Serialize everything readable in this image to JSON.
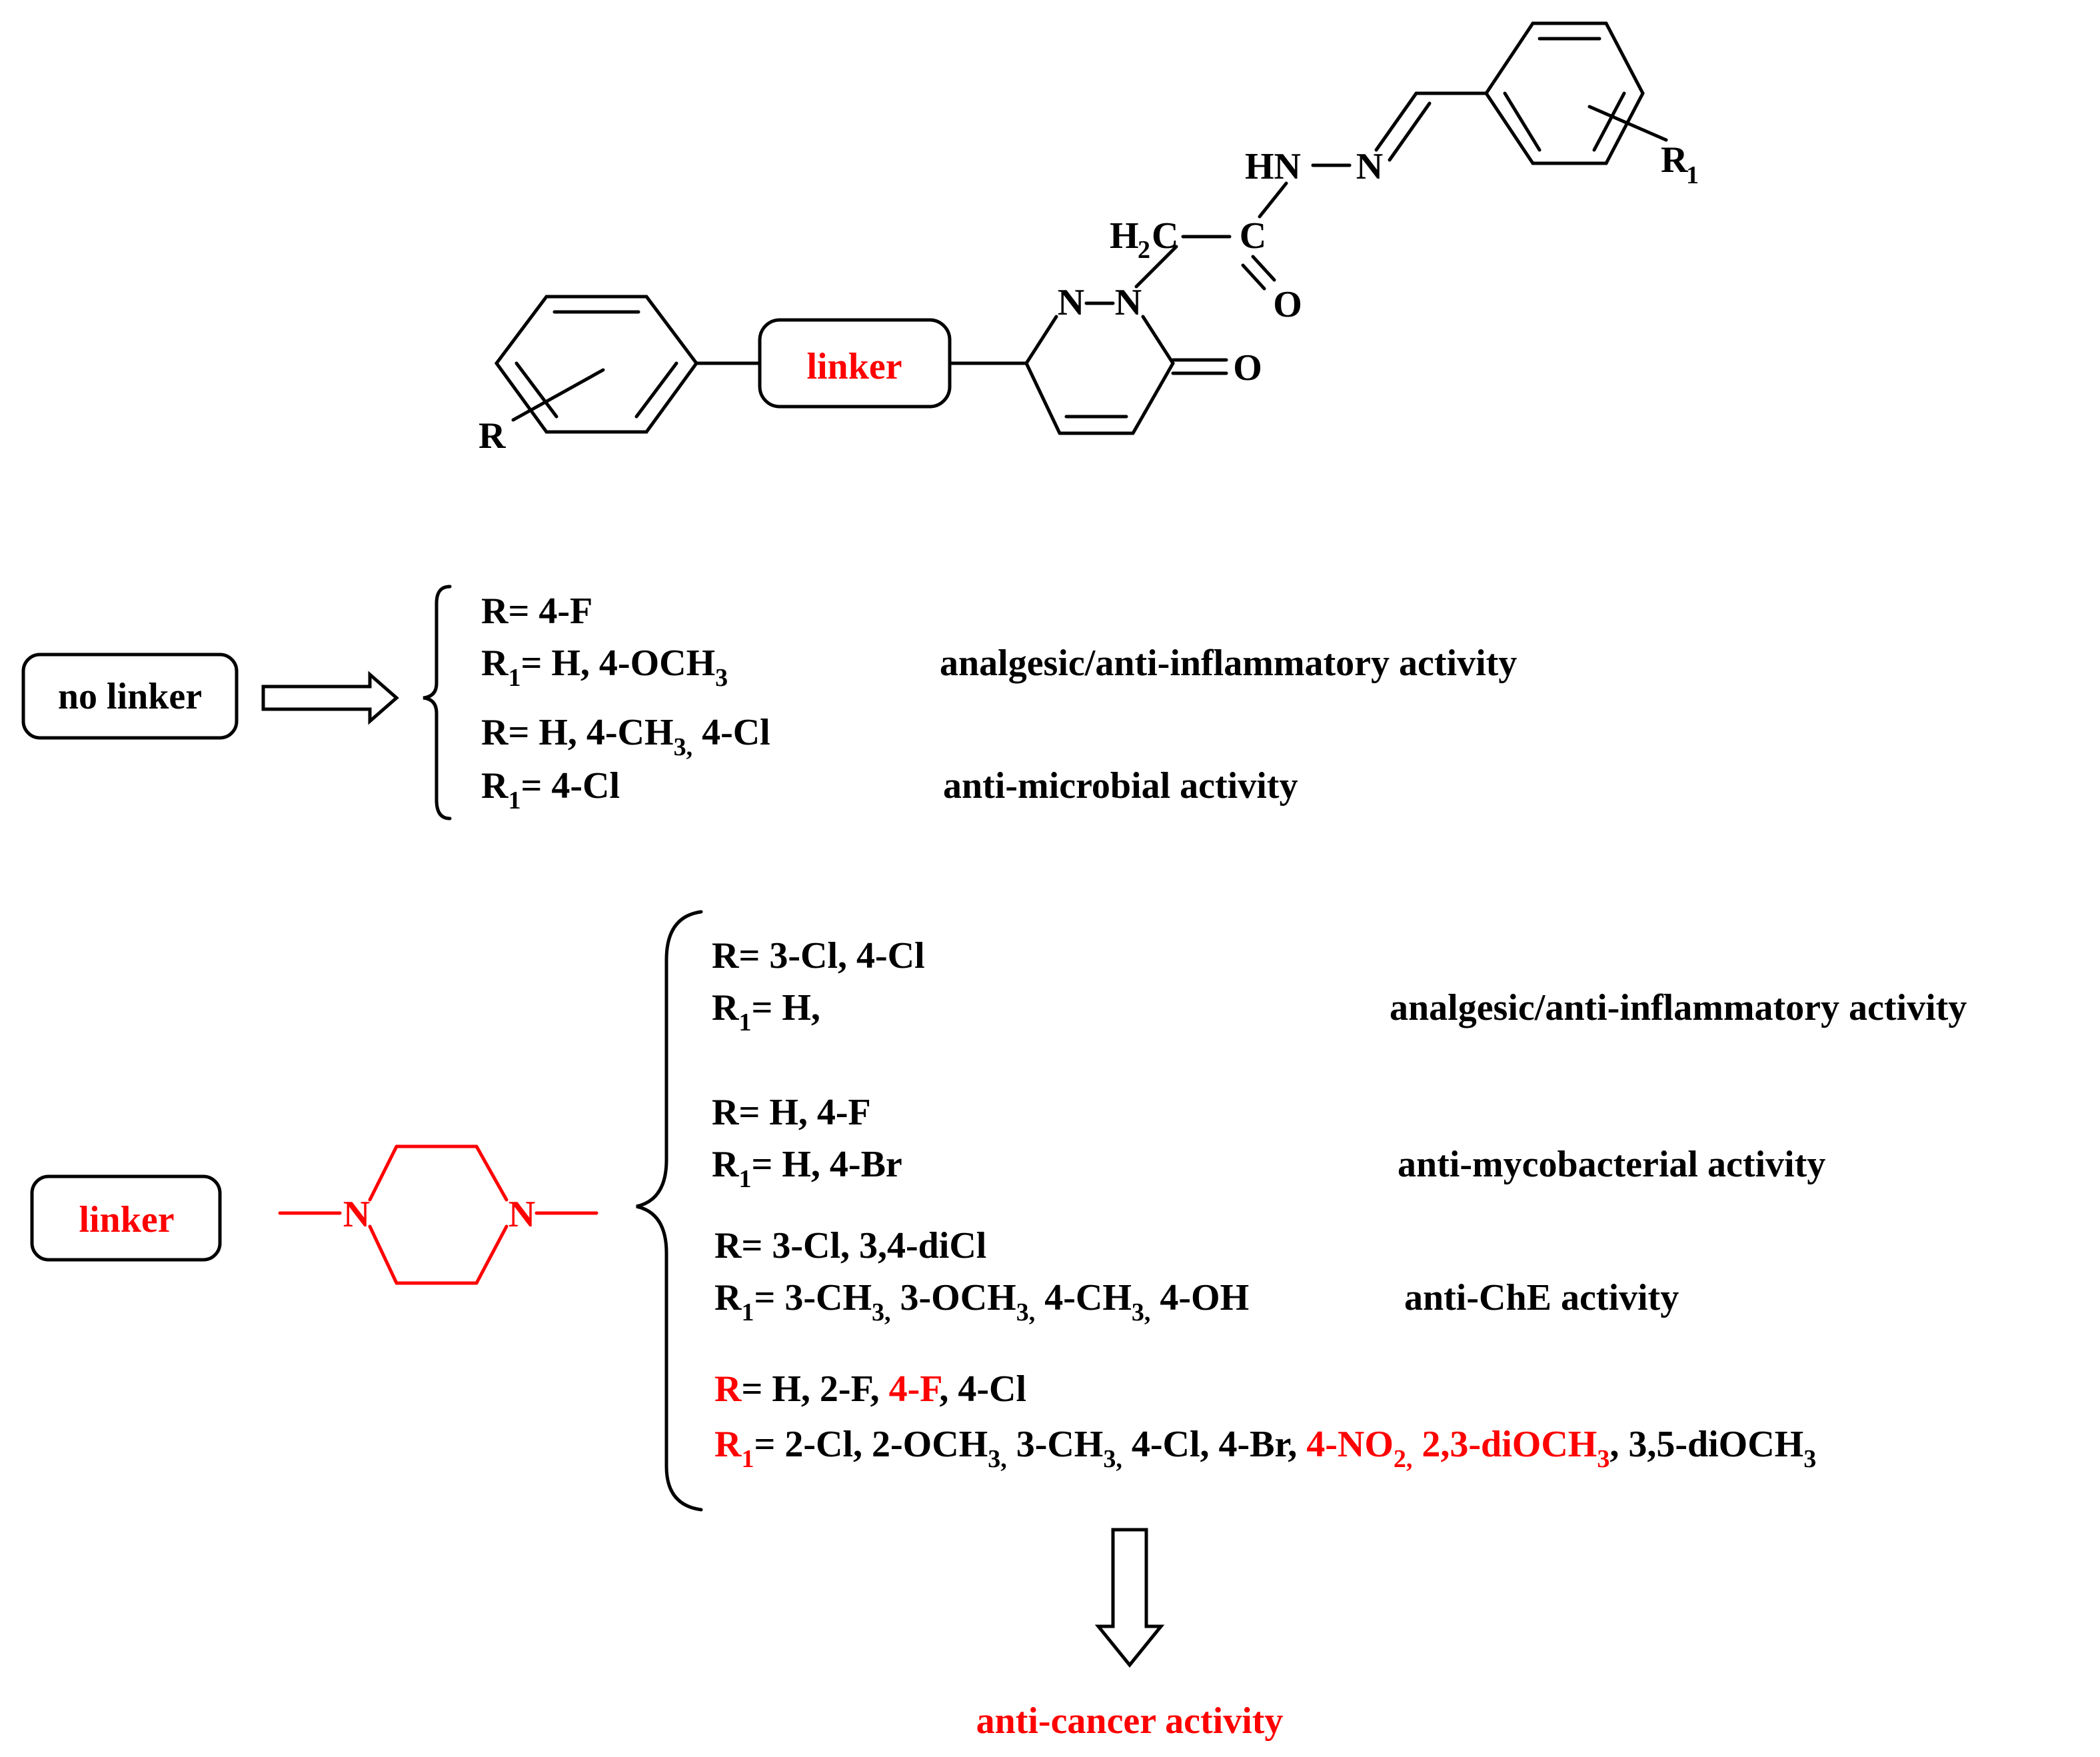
{
  "structure": {
    "atoms": {
      "hn": "HN",
      "n_imine": "N",
      "r1_sym": "R",
      "r1_sub": "1",
      "h2c_h": "H",
      "h2c_sub": "2",
      "h2c_c": "C",
      "carbonyl_c": "C",
      "carbonyl_o": "O",
      "ring_n1": "N",
      "ring_n2": "N",
      "ring_o": "O",
      "r_sym": "R"
    },
    "linker_label": "linker"
  },
  "no_linker": {
    "box_label": "no linker",
    "groups": [
      {
        "r_label": "R= 4-F",
        "r1_prefix": "R",
        "r1_sub": "1",
        "r1_text": "= H, 4-OCH",
        "r1_tail_sub": "3",
        "activity": "analgesic/anti-inflammatory activity"
      },
      {
        "r_label": "R= H, 4-CH",
        "r_sub": "3,",
        "r_tail": " 4-Cl",
        "r1_prefix": "R",
        "r1_sub": "1",
        "r1_text": "= 4-Cl",
        "activity": "anti-microbial activity"
      }
    ]
  },
  "piperazine": {
    "box_label": "linker",
    "atom_left": "N",
    "atom_right": "N",
    "groups": [
      {
        "r_label": "R= 3-Cl, 4-Cl",
        "r1_prefix": "R",
        "r1_sub": "1",
        "r1_text": "= H,",
        "activity": "analgesic/anti-inflammatory activity"
      },
      {
        "r_label": "R= H, 4-F",
        "r1_prefix": "R",
        "r1_sub": "1",
        "r1_text": "= H, 4-Br",
        "activity": "anti-mycobacterial activity"
      },
      {
        "r_label": "R= 3-Cl, 3,4-diCl",
        "r1_prefix": "R",
        "r1_sub": "1",
        "r1_a": "= 3-CH",
        "r1_a_sub": "3,",
        "r1_b": " 3-OCH",
        "r1_b_sub": "3,",
        "r1_c": " 4-CH",
        "r1_c_sub": "3,",
        "r1_d": " 4-OH",
        "activity": "anti-ChE activity"
      },
      {
        "r_prefix": "R",
        "r_a": "= H, 2-F, ",
        "r_b_red": "4-F",
        "r_c": ", 4-Cl",
        "r1_prefix": "R",
        "r1_sub": "1",
        "r1_a": "= 2-Cl, 2-OCH",
        "r1_a_sub": "3,",
        "r1_b": " 3-CH",
        "r1_b_sub": "3,",
        "r1_c": " 4-Cl, 4-Br, ",
        "r1_d_red": "4-NO",
        "r1_d_sub": "2,",
        "r1_e_red": " 2,3-diOCH",
        "r1_e_sub": "3",
        "r1_f": ", 3,5-diOCH",
        "r1_f_sub": "3"
      }
    ],
    "outcome": "anti-cancer activity"
  }
}
